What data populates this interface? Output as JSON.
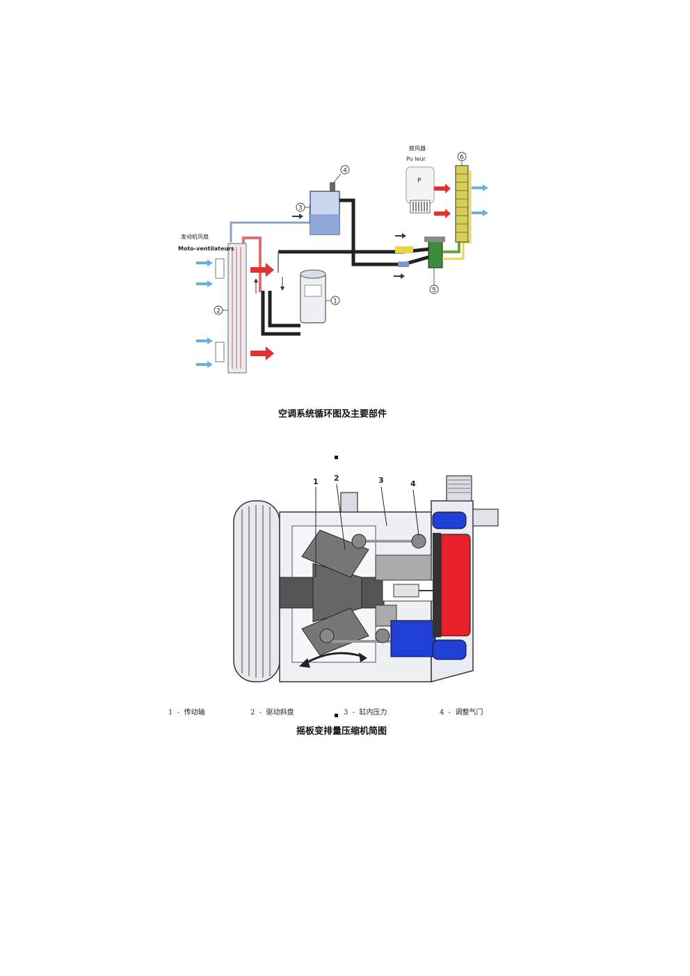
{
  "figure1": {
    "caption": "空调系统循环图及主要部件",
    "label_blower_cn": "鼓风器",
    "label_blower_fr": "Pu leur",
    "label_blower_box": "P",
    "label_fan_cn": "发动机风扇",
    "label_fan_fr": "Moto-ventilateurs",
    "callouts": [
      "1",
      "2",
      "3",
      "4",
      "5",
      "6"
    ]
  },
  "figure2": {
    "caption": "摇板变排量压缩机简图",
    "callouts": [
      "1",
      "2",
      "3",
      "4"
    ],
    "legend": [
      {
        "num": "1",
        "sep": "-",
        "text": "传动轴"
      },
      {
        "num": "2",
        "sep": "-",
        "text": "驱动斜盘"
      },
      {
        "num": "3",
        "sep": "-",
        "text": "缸内压力"
      },
      {
        "num": "4",
        "sep": "-",
        "text": "调整气门"
      }
    ]
  }
}
